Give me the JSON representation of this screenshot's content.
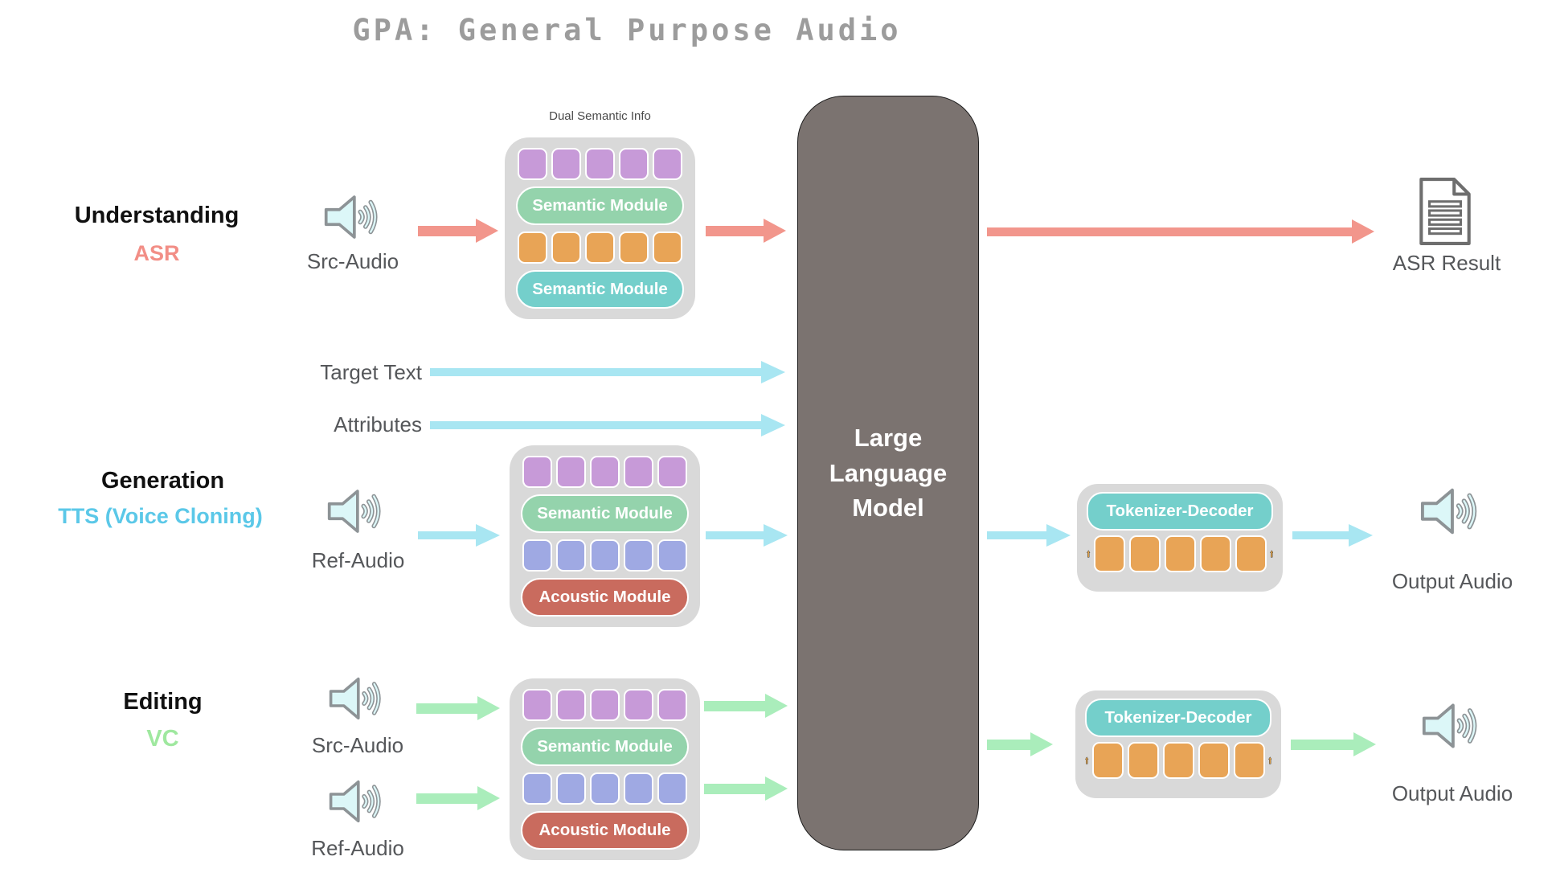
{
  "title": "GPA: General Purpose Audio",
  "tokens_per_row": 5,
  "colors": {
    "asr_accent": "#F28E86",
    "tts_accent": "#5BC8E8",
    "vc_accent": "#9FE89F",
    "arrow_red": "#F2968C",
    "arrow_cyan": "#A8E6F2",
    "arrow_green": "#AAEDBB",
    "token_purple": "#C79AD8",
    "token_orange": "#E8A456",
    "token_blue": "#9FA9E3",
    "semantic_module_green": "#94D3AC",
    "semantic_module_teal": "#74CFCB",
    "acoustic_module_red": "#C96B5E",
    "tokenizer_decoder_teal": "#74CFCB",
    "llm_fill": "#7B7370",
    "stack_bg": "#D9D9D9"
  },
  "llm": {
    "label": "Large\nLanguage\nModel"
  },
  "understanding": {
    "row_label": "Understanding",
    "task_label": "ASR",
    "src_audio_label": "Src-Audio",
    "stack_caption": "Dual Semantic Info",
    "module_top": "Semantic Module",
    "module_bottom": "Semantic Module",
    "result_label": "ASR Result"
  },
  "text_inputs": {
    "target_text": "Target Text",
    "attributes": "Attributes"
  },
  "generation": {
    "row_label": "Generation",
    "task_label": "TTS (Voice Cloning)",
    "ref_audio_label": "Ref-Audio",
    "module_top": "Semantic Module",
    "module_bottom": "Acoustic Module",
    "decoder_label": "Tokenizer-Decoder",
    "output_label": "Output Audio"
  },
  "editing": {
    "row_label": "Editing",
    "task_label": "VC",
    "src_audio_label": "Src-Audio",
    "ref_audio_label": "Ref-Audio",
    "module_top": "Semantic Module",
    "module_bottom": "Acoustic Module",
    "decoder_label": "Tokenizer-Decoder",
    "output_label": "Output Audio"
  }
}
